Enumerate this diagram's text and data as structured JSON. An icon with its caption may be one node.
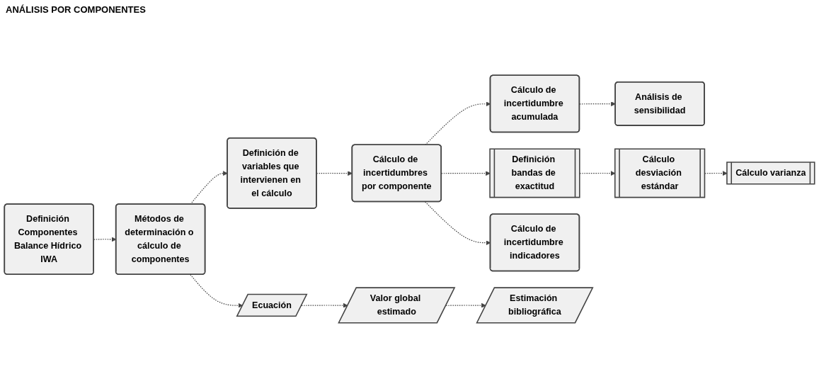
{
  "diagram": {
    "title": "ANÁLISIS POR COMPONENTES",
    "nodes": [
      {
        "text": [
          "Definición Componentes Balance Hídrico IWA"
        ]
      },
      {
        "text": [
          "Métodos de determinación o cálculo de componentes"
        ]
      },
      {
        "text": [
          "Definición de variables que intervienen en el cálculo"
        ]
      },
      {
        "text": [
          "Cálculo de incertidumbres por componente"
        ]
      },
      {
        "text": [
          "Cálculo de incertidumbre acumulada"
        ]
      },
      {
        "text": [
          "Análisis de sensibilidad"
        ]
      },
      {
        "text": [
          "Ecuación"
        ]
      },
      {
        "text": [
          "Definición bandas de exactitud"
        ]
      },
      {
        "text": [
          "Cálculo de incertidumbre indicadores"
        ]
      },
      {
        "text": [
          "Valor global estimado"
        ]
      },
      {
        "text": [
          "Cálculo desviación estándar"
        ]
      },
      {
        "text": [
          "Estimación bibliográfica"
        ]
      },
      {
        "text": [
          "Cálculo varianza"
        ]
      }
    ],
    "edges": [
      {
        "from": 0,
        "to": 1,
        "arrow": "to",
        "style": "dashed"
      },
      {
        "from": 1,
        "to": 2,
        "arrow": "to",
        "style": "dashed"
      },
      {
        "from": 2,
        "to": 3,
        "arrow": "to",
        "style": "dashed"
      },
      {
        "from": 3,
        "to": 4,
        "arrow": "to",
        "style": "dashed"
      },
      {
        "from": 4,
        "to": 5,
        "arrow": "to",
        "style": "dashed"
      },
      {
        "from": 3,
        "to": 8,
        "arrow": "to",
        "style": "dashed"
      },
      {
        "from": 1,
        "to": 6,
        "arrow": "to",
        "style": "dashed"
      },
      {
        "from": 6,
        "to": 9,
        "arrow": "to",
        "style": "dashed"
      },
      {
        "from": 9,
        "to": 11,
        "arrow": "to",
        "style": "dashed"
      },
      {
        "from": 3,
        "to": 7,
        "arrow": "to",
        "style": "dashed"
      },
      {
        "from": 7,
        "to": 10,
        "arrow": "to",
        "style": "dashed"
      },
      {
        "from": 10,
        "to": 12,
        "arrow": "to",
        "style": "dashed"
      }
    ]
  }
}
